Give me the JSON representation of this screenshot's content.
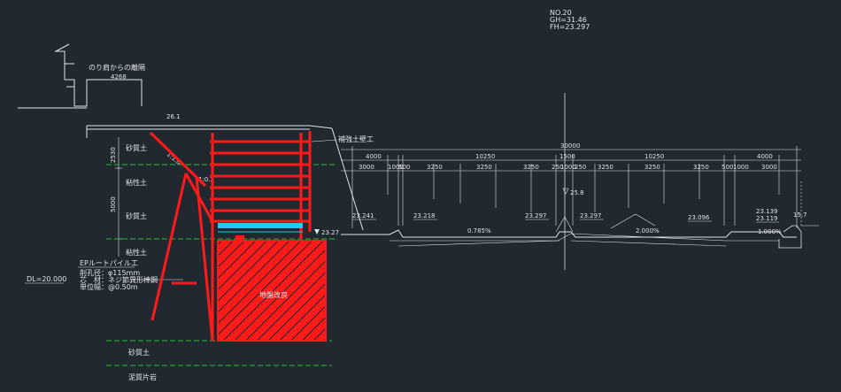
{
  "header": {
    "no": "NO.20",
    "gh": "GH=31.46",
    "fh": "FH=23.297"
  },
  "left_labels": {
    "setback_title": "のり肩からの離隔",
    "setback_value": "4268",
    "dim_26_1": "26.1",
    "dim_2530": "2530",
    "dim_5000": "5000",
    "dim_1_0": "1:1.0",
    "dim_0_2": "1:0.2",
    "elev_23_27": "23.27",
    "retaining_wall": "補強土壁工",
    "ground_improvement": "地盤改良",
    "dl": "DL=20.000"
  },
  "soil_layers": [
    "砂質土",
    "粘性土",
    "砂質土",
    "粘性土",
    "砂質土",
    "泥質片岩"
  ],
  "pile_note": {
    "title": "EPルートパイル工",
    "line1": "削孔径：φ115mm",
    "line2": "芯　材：ネジ節異形棒鋼",
    "line3": "単位幅：@0.50m"
  },
  "road": {
    "total": "30000",
    "segments": [
      "4000",
      "10250",
      "1500",
      "10250",
      "4000"
    ],
    "sub_segments": [
      "3000",
      "1000",
      "500",
      "3250",
      "3250",
      "3250",
      "250",
      "1000",
      "250",
      "3250",
      "3250",
      "3250",
      "500",
      "1000",
      "3000"
    ],
    "center_elev": "25.8",
    "elevations": [
      "23.241",
      "23.218",
      "23.297",
      "23.297",
      "23.096",
      "23.139",
      "23.119"
    ],
    "slopes": [
      "0.785%",
      "2.000%",
      "1.000%"
    ],
    "right_dim": "15.7"
  },
  "colors": {
    "background": "#212830",
    "line": "#dfe3e8",
    "red": "#ff1a1a",
    "green": "#1fbf2f",
    "cyan": "#29c8f0"
  }
}
